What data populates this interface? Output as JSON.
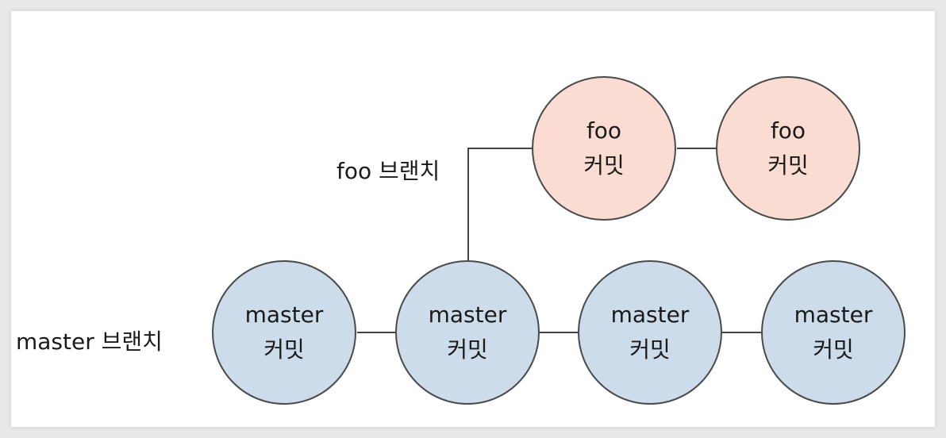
{
  "labels": {
    "foo_branch": "foo 브랜치",
    "master_branch": "master 브랜치"
  },
  "colors": {
    "master_fill": "#cddcea",
    "foo_fill": "#fadcd2",
    "stroke": "#4a4a4a"
  },
  "foo_commits": [
    {
      "name": "foo",
      "sub": "커밋"
    },
    {
      "name": "foo",
      "sub": "커밋"
    }
  ],
  "master_commits": [
    {
      "name": "master",
      "sub": "커밋"
    },
    {
      "name": "master",
      "sub": "커밋"
    },
    {
      "name": "master",
      "sub": "커밋"
    },
    {
      "name": "master",
      "sub": "커밋"
    }
  ]
}
